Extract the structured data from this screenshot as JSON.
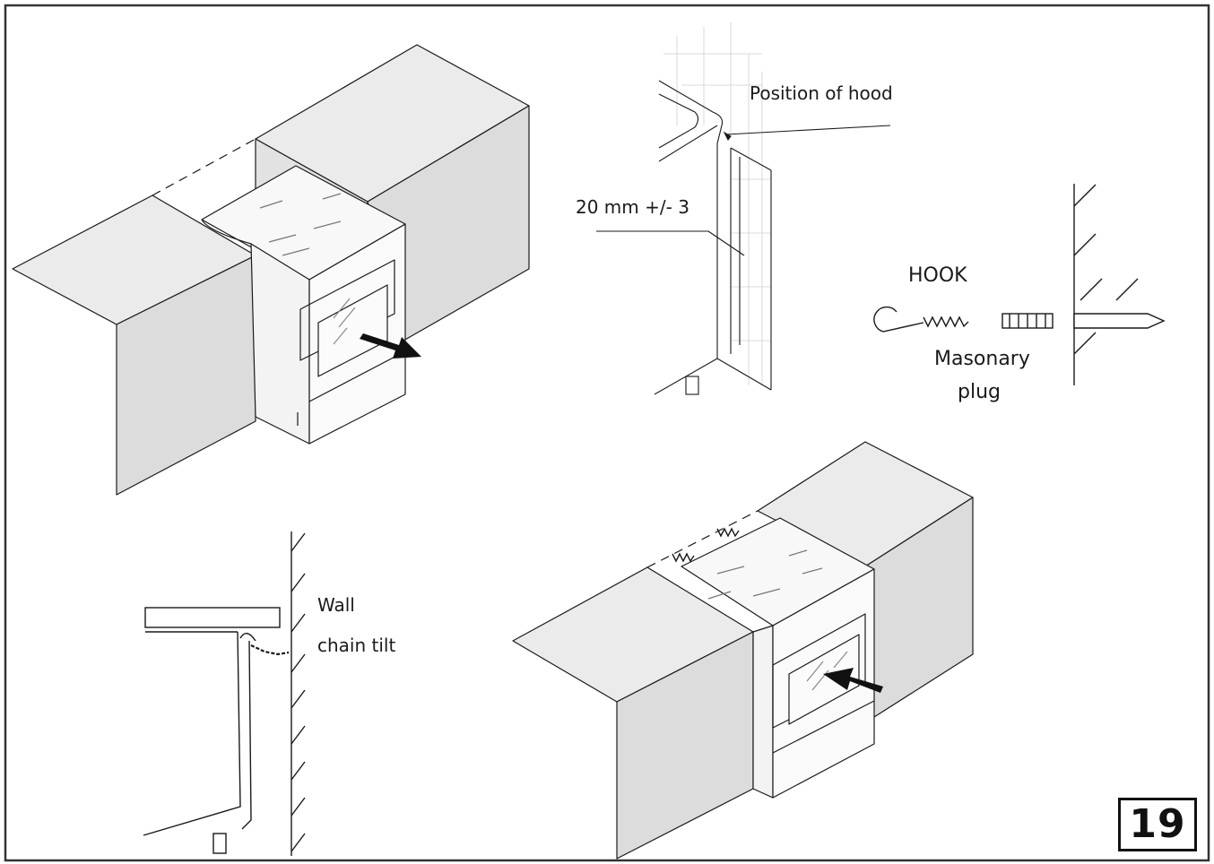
{
  "colors": {
    "outline": "#1a1a1a",
    "wall_fill": "#e4e4e4",
    "wall_fill_dark": "#d6d6d6",
    "appliance_fill": "#f7f7f7",
    "arrow": "#111111"
  },
  "labels": {
    "position_of_hood": "Position of hood",
    "clearance": "20 mm +/- 3",
    "hook": "HOOK",
    "masonry_plug_line1": "Masonary",
    "masonry_plug_line2": "plug",
    "wall": "Wall",
    "chain_tilt": "chain tilt"
  },
  "page_number": "19",
  "icons": [
    "arrow-out-icon",
    "arrow-in-icon",
    "hook-icon",
    "masonry-plug-icon",
    "screw-icon"
  ]
}
